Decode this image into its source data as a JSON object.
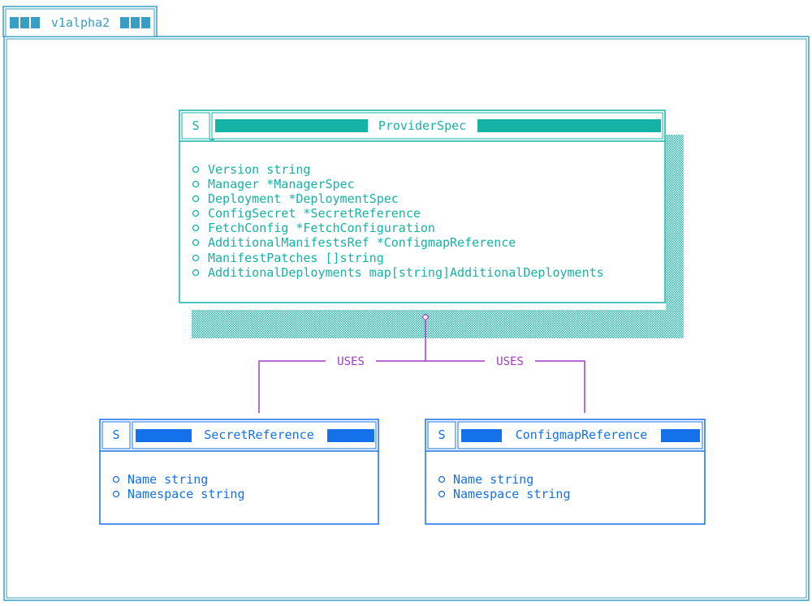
{
  "package": {
    "name": "v1alpha2",
    "color": "#3a9ec2"
  },
  "colors": {
    "teal": "#14b3a6",
    "blue": "#1571ea",
    "purple": "#a13cc9"
  },
  "classes": [
    {
      "id": "provider",
      "stereotype": "S",
      "name": "ProviderSpec",
      "fields": [
        "Version string",
        "Manager *ManagerSpec",
        "Deployment *DeploymentSpec",
        "ConfigSecret *SecretReference",
        "FetchConfig *FetchConfiguration",
        "AdditionalManifestsRef *ConfigmapReference",
        "ManifestPatches []string",
        "AdditionalDeployments map[string]AdditionalDeployments"
      ]
    },
    {
      "id": "secret",
      "stereotype": "S",
      "name": "SecretReference",
      "fields": [
        "Name string",
        "Namespace string"
      ]
    },
    {
      "id": "configmap",
      "stereotype": "S",
      "name": "ConfigmapReference",
      "fields": [
        "Name string",
        "Namespace string"
      ]
    }
  ],
  "relations": [
    {
      "from": "provider",
      "to": "secret",
      "label": "USES"
    },
    {
      "from": "provider",
      "to": "configmap",
      "label": "USES"
    }
  ]
}
